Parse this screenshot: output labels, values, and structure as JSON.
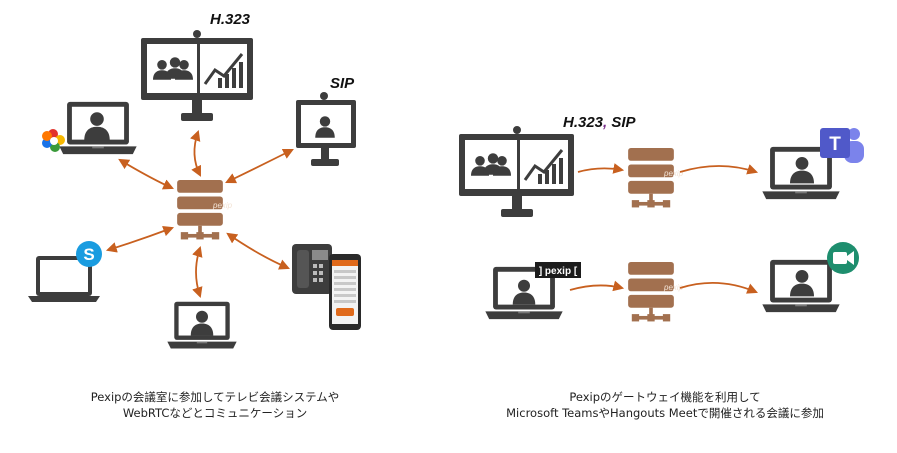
{
  "left": {
    "labels": {
      "h323": "H.323",
      "sip": "SIP"
    },
    "caption": {
      "line1": "Pexipの会議室に参加してテレビ会議システムや",
      "line2": "WebRTCなどとコミュニケーション"
    }
  },
  "right": {
    "labels": {
      "h323_sip_a": "H.323",
      "comma": ",",
      "h323_sip_b": " SIP"
    },
    "pexip_badge": "] pexip [",
    "caption": {
      "line1": "Pexipのゲートウェイ機能を利用して",
      "line2": "Microsoft TeamsやHangouts Meetで開催される会議に参加"
    }
  },
  "server_label": "pexip",
  "colors": {
    "device": "#3d3d3d",
    "server": "#a2704f",
    "arrow": "#c8601f",
    "teams": "#5059c9",
    "meet": "#1e8e6e",
    "skype": "#1a9ce0"
  },
  "icons": [
    "video-conference-monitor",
    "laptop",
    "webrtc-icon",
    "skype-icon",
    "ip-phone",
    "pexip-server",
    "teams-icon",
    "meet-icon"
  ]
}
